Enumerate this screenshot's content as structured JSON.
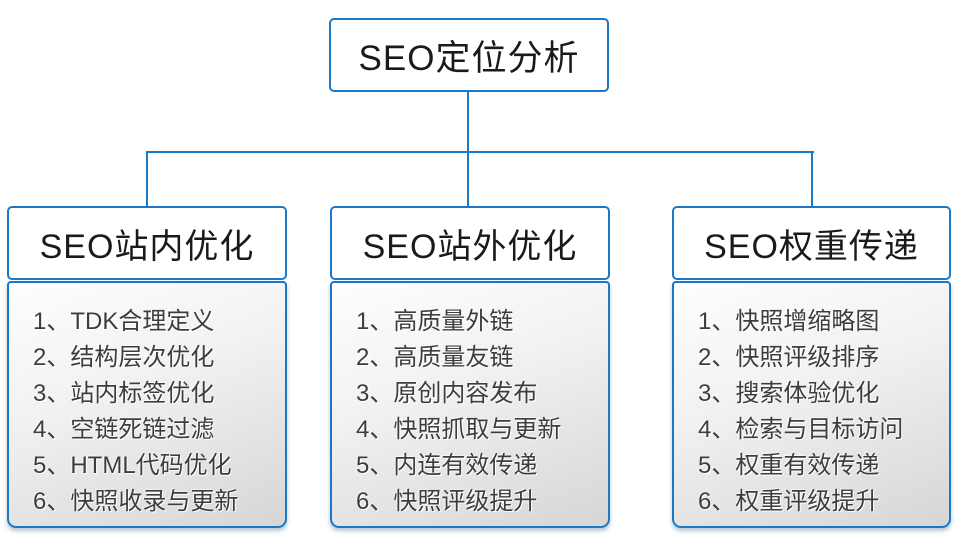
{
  "colors": {
    "accent": "#1b78c9",
    "header_text": "#1a1a1a",
    "item_text": "#3d3d3d",
    "list_gradient_top": "#fefefe",
    "list_gradient_bottom": "#d6d6d6"
  },
  "diagram": {
    "root": {
      "title": "SEO定位分析"
    },
    "columns": [
      {
        "title": "SEO站内优化",
        "items": [
          "1、TDK合理定义",
          "2、结构层次优化",
          "3、站内标签优化",
          "4、空链死链过滤",
          "5、HTML代码优化",
          "6、快照收录与更新"
        ]
      },
      {
        "title": "SEO站外优化",
        "items": [
          "1、高质量外链",
          "2、高质量友链",
          "3、原创内容发布",
          "4、快照抓取与更新",
          "5、内连有效传递",
          "6、快照评级提升"
        ]
      },
      {
        "title": "SEO权重传递",
        "items": [
          "1、快照增缩略图",
          "2、快照评级排序",
          "3、搜索体验优化",
          "4、检索与目标访问",
          "5、权重有效传递",
          "6、权重评级提升"
        ]
      }
    ]
  }
}
